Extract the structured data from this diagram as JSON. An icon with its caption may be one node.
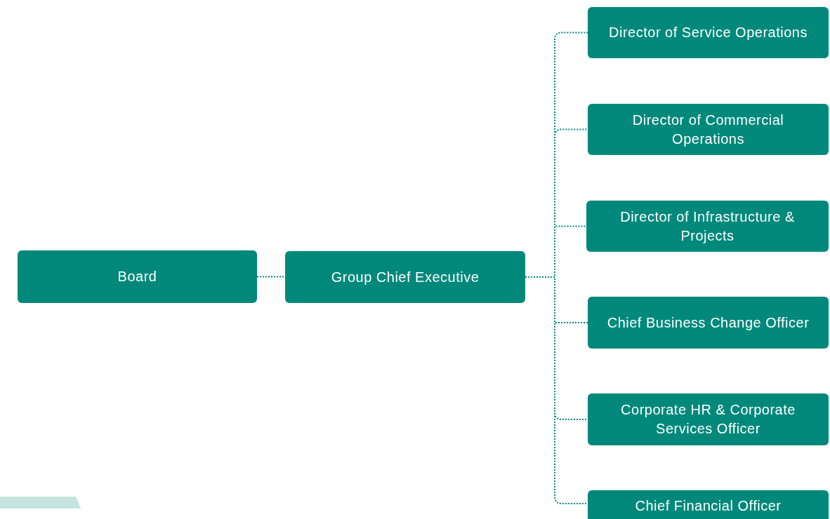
{
  "diagram": {
    "nodes": [
      {
        "text": [
          "Board"
        ]
      },
      {
        "text": [
          "Group Chief Executive"
        ]
      },
      {
        "text": [
          "Director of Service Operations"
        ]
      },
      {
        "text": [
          "Director of Commercial Operations"
        ]
      },
      {
        "text": [
          "Director of Infrastructure & Projects"
        ]
      },
      {
        "text": [
          "Chief Business Change Officer"
        ]
      },
      {
        "text": [
          "Corporate HR & Corporate Services Officer"
        ]
      },
      {
        "text": [
          "Chief Financial Officer"
        ]
      }
    ],
    "edges": [
      {
        "from": 0,
        "to": 1,
        "arrow": "none"
      },
      {
        "from": 1,
        "to": 2,
        "arrow": "none"
      },
      {
        "from": 1,
        "to": 3,
        "arrow": "none"
      },
      {
        "from": 1,
        "to": 4,
        "arrow": "none"
      },
      {
        "from": 1,
        "to": 5,
        "arrow": "none"
      },
      {
        "from": 1,
        "to": 6,
        "arrow": "none"
      },
      {
        "from": 1,
        "to": 7,
        "arrow": "none"
      }
    ]
  }
}
